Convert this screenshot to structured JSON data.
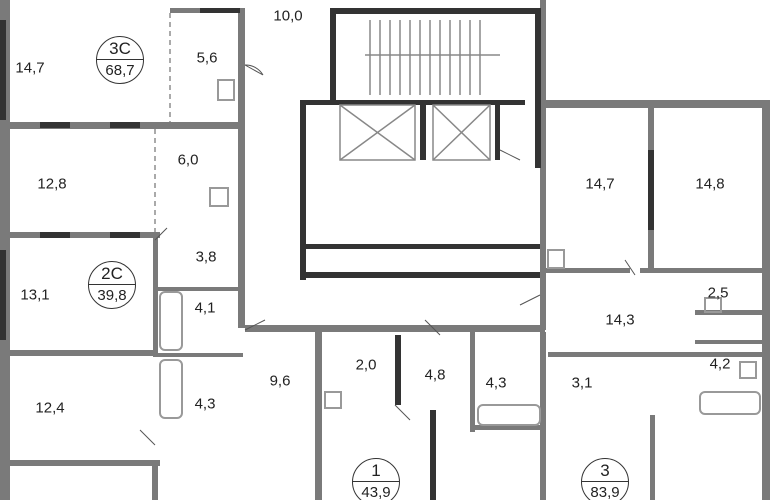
{
  "rooms": [
    {
      "id": "r1",
      "area": "14,7"
    },
    {
      "id": "r2",
      "area": "5,6"
    },
    {
      "id": "r3",
      "area": "10,0"
    },
    {
      "id": "r4",
      "area": "12,8"
    },
    {
      "id": "r5",
      "area": "6,0"
    },
    {
      "id": "r6",
      "area": "3,8"
    },
    {
      "id": "r7",
      "area": "13,1"
    },
    {
      "id": "r8",
      "area": "4,1"
    },
    {
      "id": "r9",
      "area": "4,3"
    },
    {
      "id": "r10",
      "area": "12,4"
    },
    {
      "id": "r11",
      "area": "9,6"
    },
    {
      "id": "r12",
      "area": "2,0"
    },
    {
      "id": "r13",
      "area": "4,8"
    },
    {
      "id": "r14",
      "area": "4,3"
    },
    {
      "id": "r15",
      "area": "3,1"
    },
    {
      "id": "r16",
      "area": "14,7"
    },
    {
      "id": "r17",
      "area": "14,8"
    },
    {
      "id": "r18",
      "area": "14,3"
    },
    {
      "id": "r19",
      "area": "2,5"
    },
    {
      "id": "r20",
      "area": "4,2"
    }
  ],
  "apartments": [
    {
      "type": "3С",
      "total": "68,7"
    },
    {
      "type": "2С",
      "total": "39,8"
    },
    {
      "type": "1",
      "total": "43,9"
    },
    {
      "type": "3",
      "total": "83,9"
    }
  ],
  "colors": {
    "wall": "#7a7a7a",
    "core": "#333333",
    "thin": "#999999"
  }
}
